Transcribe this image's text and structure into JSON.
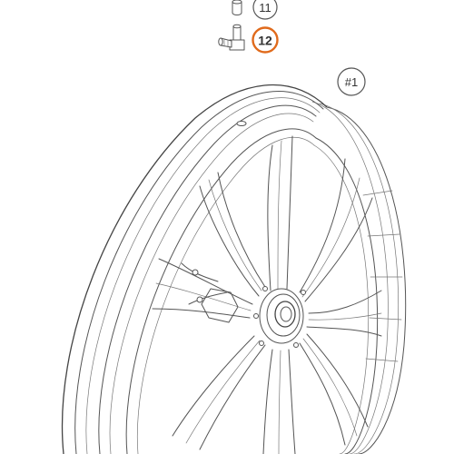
{
  "callouts": {
    "part_11": {
      "label": "11",
      "ring_color": "#555555"
    },
    "part_12": {
      "label": "12",
      "ring_color": "#e06a1b"
    },
    "assembly": {
      "label": "#1",
      "ring_color": "#555555"
    }
  },
  "icons": {
    "spacer": "spacer-sleeve-icon",
    "valve": "angled-tire-valve-icon"
  },
  "colors": {
    "line": "#555555",
    "highlight": "#e06a1b",
    "background": "#ffffff"
  }
}
